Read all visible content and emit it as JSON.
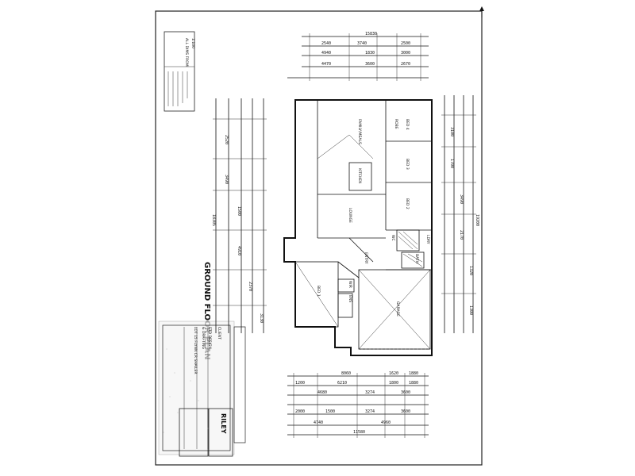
{
  "plan": {
    "title": "GROUND FLOOR PLAN",
    "house_name": "RILEY",
    "client": "CLIENT",
    "firm_lines": [
      "ETD DESIGN",
      "& DRAFTING"
    ],
    "lot_line": "LOT 15 FLYNN CR SHAILER",
    "rooms": {
      "family_meals": "FAMILY/MEALS",
      "kitchen": "KITCHEN",
      "lounge": "LOUNGE",
      "bed1": "BED 1",
      "bed2": "BED 2",
      "bed3": "BED 3",
      "bed4": "BED 4",
      "garage": "GARAGE",
      "laundry": "LDRY",
      "bath": "BATH",
      "wc": "WC",
      "ens": "ENS",
      "wir": "WIR",
      "rob": "ROBE",
      "entry": "ENTRY"
    },
    "notes": {
      "area_block": "ALL DIMS FROM",
      "scale": "1:100"
    },
    "dims": {
      "top_overall": "15830",
      "top_row2": [
        "2540",
        "3740",
        "2500"
      ],
      "top_row3": [
        "4940",
        "1830",
        "3000"
      ],
      "top_row4": [
        "4470",
        "3600",
        "2670"
      ],
      "bottom_row1": [
        "8060",
        "1620",
        "1880"
      ],
      "bottom_row2": [
        "1200",
        "6210",
        "1800",
        "1880"
      ],
      "bottom_row3": [
        "4680",
        "3274",
        "3600"
      ],
      "bottom_row4": [
        "2000",
        "1500",
        "3274",
        "3600"
      ],
      "bottom_row5": [
        "4740",
        "4960"
      ],
      "bottom_overall": "11580",
      "left_overall": "18305",
      "right_overall": "19200",
      "left_series": [
        "2520",
        "3490",
        "1500",
        "4910",
        "2370",
        "3130"
      ],
      "right_series": [
        "3100",
        "1700",
        "3490",
        "2170",
        "1320",
        "1300"
      ]
    }
  }
}
